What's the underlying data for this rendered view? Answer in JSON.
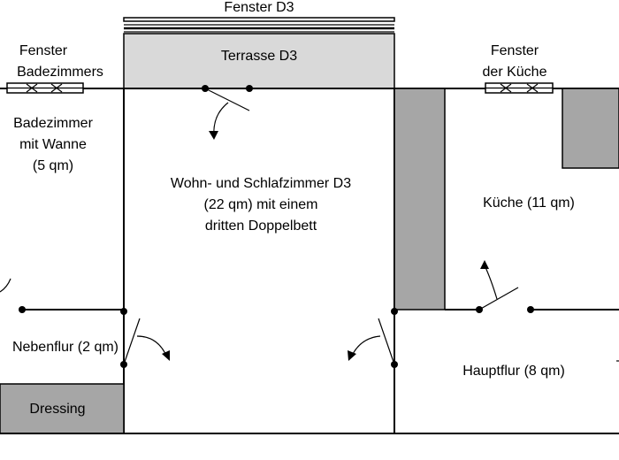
{
  "labels": {
    "fenster_d3": "Fenster D3",
    "terrasse_d3": "Terrasse D3",
    "fenster_bad_1": "Fenster",
    "fenster_bad_2": "Badezimmers",
    "fenster_kueche_1": "Fenster",
    "fenster_kueche_2": "der Küche",
    "bad_1": "Badezimmer",
    "bad_2": "mit Wanne",
    "bad_3": "(5 qm)",
    "wohn_1": "Wohn- und Schlafzimmer D3",
    "wohn_2": "(22 qm) mit einem",
    "wohn_3": "dritten Doppelbett",
    "kueche": "Küche (11 qm)",
    "nebenflur": "Nebenflur (2 qm)",
    "dressing": "Dressing",
    "hauptflur": "Hauptflur (8 qm)"
  },
  "colors": {
    "terrace_fill": "#d9d9d9",
    "grey_fill": "#a6a6a6",
    "line": "#000000"
  }
}
